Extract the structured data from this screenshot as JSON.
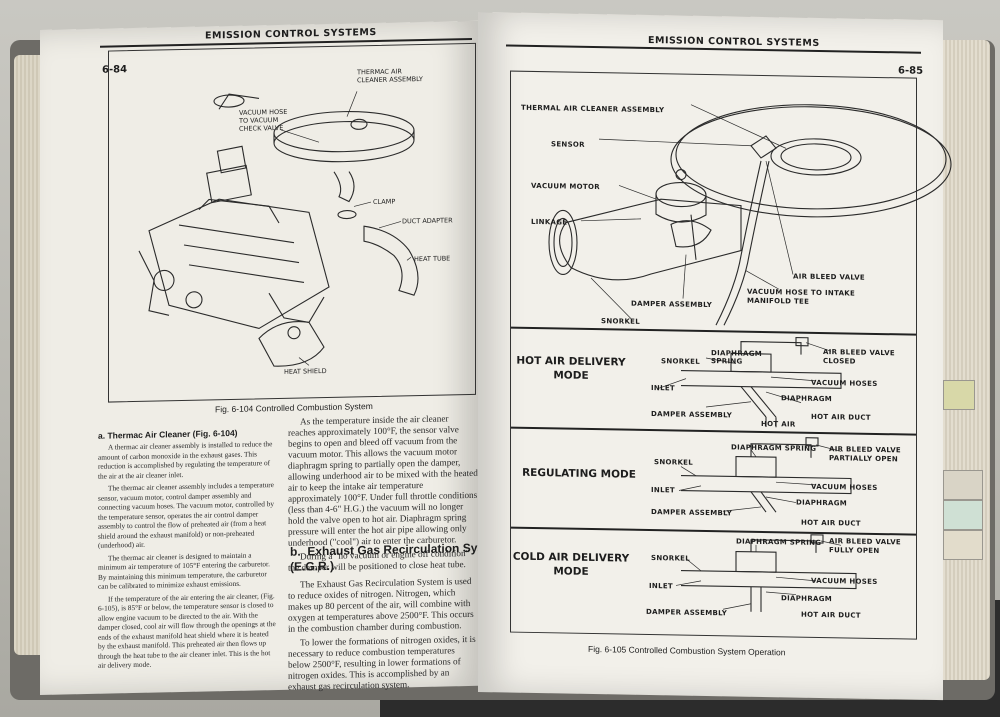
{
  "left_page": {
    "header": "EMISSION CONTROL SYSTEMS",
    "page_number": "6-84",
    "figure_caption": "Fig. 6-104  Controlled Combustion System",
    "figure_labels": {
      "thermac": "THERMAC AIR\nCLEANER ASSEMBLY",
      "vacuum_hose": "VACUUM HOSE\nTO VACUUM\nCHECK VALVE",
      "clamp": "CLAMP",
      "duct_adapter": "DUCT ADAPTER",
      "heat_tube": "HEAT TUBE",
      "heat_shield": "HEAT SHIELD"
    },
    "section_a_title": "a.  Thermac Air Cleaner (Fig. 6-104)",
    "col1_paragraphs": [
      "A thermac air cleaner assembly is installed to reduce the amount of carbon monoxide in the exhaust gases. This reduction is accomplished by regulating the temperature of the air at the air cleaner inlet.",
      "The thermac air cleaner assembly includes a temperature sensor, vacuum motor, control damper assembly and connecting vacuum hoses. The vacuum motor, controlled by the temperature sensor, operates the air control damper assembly to control the flow of preheated air (from a heat shield around the exhaust manifold) or non-preheated (underhood) air.",
      "The thermac air cleaner is designed to maintain a minimum air temperature of 105°F entering the carburetor. By maintaining this minimum temperature, the carburetor can be calibrated to minimize exhaust emissions.",
      "If the temperature of the air entering the air cleaner, (Fig. 6-105), is 85°F or below, the temperature sensor is closed to allow engine vacuum to be directed to the air. With the damper closed, cool air will flow through the openings at the ends of the exhaust manifold heat shield where it is heated by the exhaust manifold. This preheated air then flows up through the heat tube to the air cleaner inlet. This is the hot air delivery mode."
    ],
    "col2_paragraphs": [
      "As the temperature inside the air cleaner reaches approximately 100°F, the sensor valve begins to open and bleed off vacuum from the vacuum motor. This allows the vacuum motor diaphragm spring to partially open the damper, allowing underhood air to be mixed with the heated air to keep the intake air temperature approximately 100°F. Under full throttle conditions (less than 4-6\" H.G.) the vacuum will no longer hold the valve open to hot air. Diaphragm spring pressure will enter the hot air pipe allowing only underhood (\"cool\") air to enter the carburetor.",
      "During a \"no vacuum or engine off condition\" the damper will be positioned to close heat tube."
    ],
    "section_b_title": "b.  Exhaust Gas Recirculation System\n(E.G.R.)",
    "col2b_paragraphs": [
      "The Exhaust Gas Recirculation System is used to reduce oxides of nitrogen. Nitrogen, which makes up 80 percent of the air, will combine with oxygen at temperatures above 2500°F. This occurs in the combustion chamber during combustion.",
      "To lower the formations of nitrogen oxides, it is necessary to reduce combustion temperatures below 2500°F, resulting in lower formations of nitrogen oxides. This is accomplished by an exhaust gas recirculation system."
    ]
  },
  "right_page": {
    "header": "EMISSION CONTROL SYSTEMS",
    "page_number": "6-85",
    "figure_caption": "Fig. 6-105  Controlled Combustion System Operation",
    "top_labels": {
      "thermal": "THERMAL AIR CLEANER ASSEMBLY",
      "sensor": "SENSOR",
      "vacuum_motor": "VACUUM MOTOR",
      "linkage": "LINKAGE",
      "air_bleed": "AIR BLEED VALVE",
      "vac_hose": "VACUUM HOSE TO INTAKE\nMANIFOLD TEE",
      "damper": "DAMPER ASSEMBLY",
      "snorkel": "SNORKEL"
    },
    "modes": [
      {
        "title": "HOT AIR DELIVERY\nMODE",
        "labels": {
          "diaphragm_spring": "DIAPHRAGM\nSPRING",
          "air_bleed": "AIR BLEED VALVE\nCLOSED",
          "snorkel": "SNORKEL",
          "vacuum_hoses": "VACUUM HOSES",
          "inlet": "INLET",
          "diaphragm": "DIAPHRAGM",
          "damper": "DAMPER ASSEMBLY",
          "hot_air": "HOT AIR",
          "hot_air_duct": "HOT AIR DUCT"
        }
      },
      {
        "title": "REGULATING MODE",
        "labels": {
          "diaphragm_spring": "DIAPHRAGM SPRING",
          "air_bleed": "AIR BLEED VALVE\nPARTIALLY OPEN",
          "snorkel": "SNORKEL",
          "vacuum_hoses": "VACUUM HOSES",
          "inlet": "INLET",
          "diaphragm": "DIAPHRAGM",
          "damper": "DAMPER ASSEMBLY",
          "hot_air_duct": "HOT AIR DUCT"
        }
      },
      {
        "title": "COLD AIR DELIVERY\nMODE",
        "labels": {
          "diaphragm_spring": "DIAPHRAGM SPRING",
          "air_bleed": "AIR BLEED VALVE\nFULLY OPEN",
          "snorkel": "SNORKEL",
          "vacuum_hoses": "VACUUM HOSES",
          "inlet": "INLET",
          "diaphragm": "DIAPHRAGM",
          "damper": "DAMPER ASSEMBLY",
          "hot_air_duct": "HOT AIR DUCT"
        }
      }
    ]
  },
  "colors": {
    "paper": "#efede6",
    "ink": "#1d1d1d",
    "edge": "#d4cdbd"
  }
}
